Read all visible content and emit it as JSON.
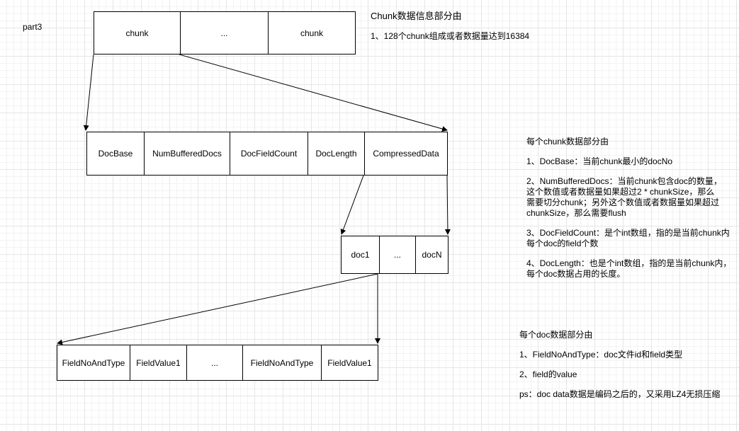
{
  "part_label": "part3",
  "chunk_row": {
    "cells": [
      "chunk",
      "...",
      "chunk"
    ]
  },
  "chunk_notes": {
    "title": "Chunk数据信息部分由",
    "line1": "1、128个chunk组成或者数据量达到16384"
  },
  "chunk_detail_row": {
    "cells": [
      "DocBase",
      "NumBufferedDocs",
      "DocFieldCount",
      "DocLength",
      "CompressedData"
    ]
  },
  "chunk_detail_notes": {
    "title": "每个chunk数据部分由",
    "item1": "1、DocBase：当前chunk最小的docNo",
    "item2_l1": "2、NumBufferedDocs：当前chunk包含doc的数量，",
    "item2_l2": "这个数值或者数据量如果超过2 * chunkSize，那么",
    "item2_l3": "需要切分chunk；另外这个数值或者数据量如果超过",
    "item2_l4": "chunkSize，那么需要flush",
    "item3_l1": "3、DocFieldCount：是个int数组，指的是当前chunk内",
    "item3_l2": "每个doc的field个数",
    "item4_l1": "4、DocLength：也是个int数组，指的是当前chunk内，",
    "item4_l2": "每个doc数据占用的长度。"
  },
  "doc_row": {
    "cells": [
      "doc1",
      "...",
      "docN"
    ]
  },
  "field_row": {
    "cells": [
      "FieldNoAndType",
      "FieldValue1",
      "...",
      "FieldNoAndType",
      "FieldValue1"
    ]
  },
  "doc_notes": {
    "title": "每个doc数据部分由",
    "item1": "1、FieldNoAndType：doc文件id和field类型",
    "item2": "2、field的value",
    "ps": "ps：doc data数据是编码之后的，又采用LZ4无损压缩"
  }
}
